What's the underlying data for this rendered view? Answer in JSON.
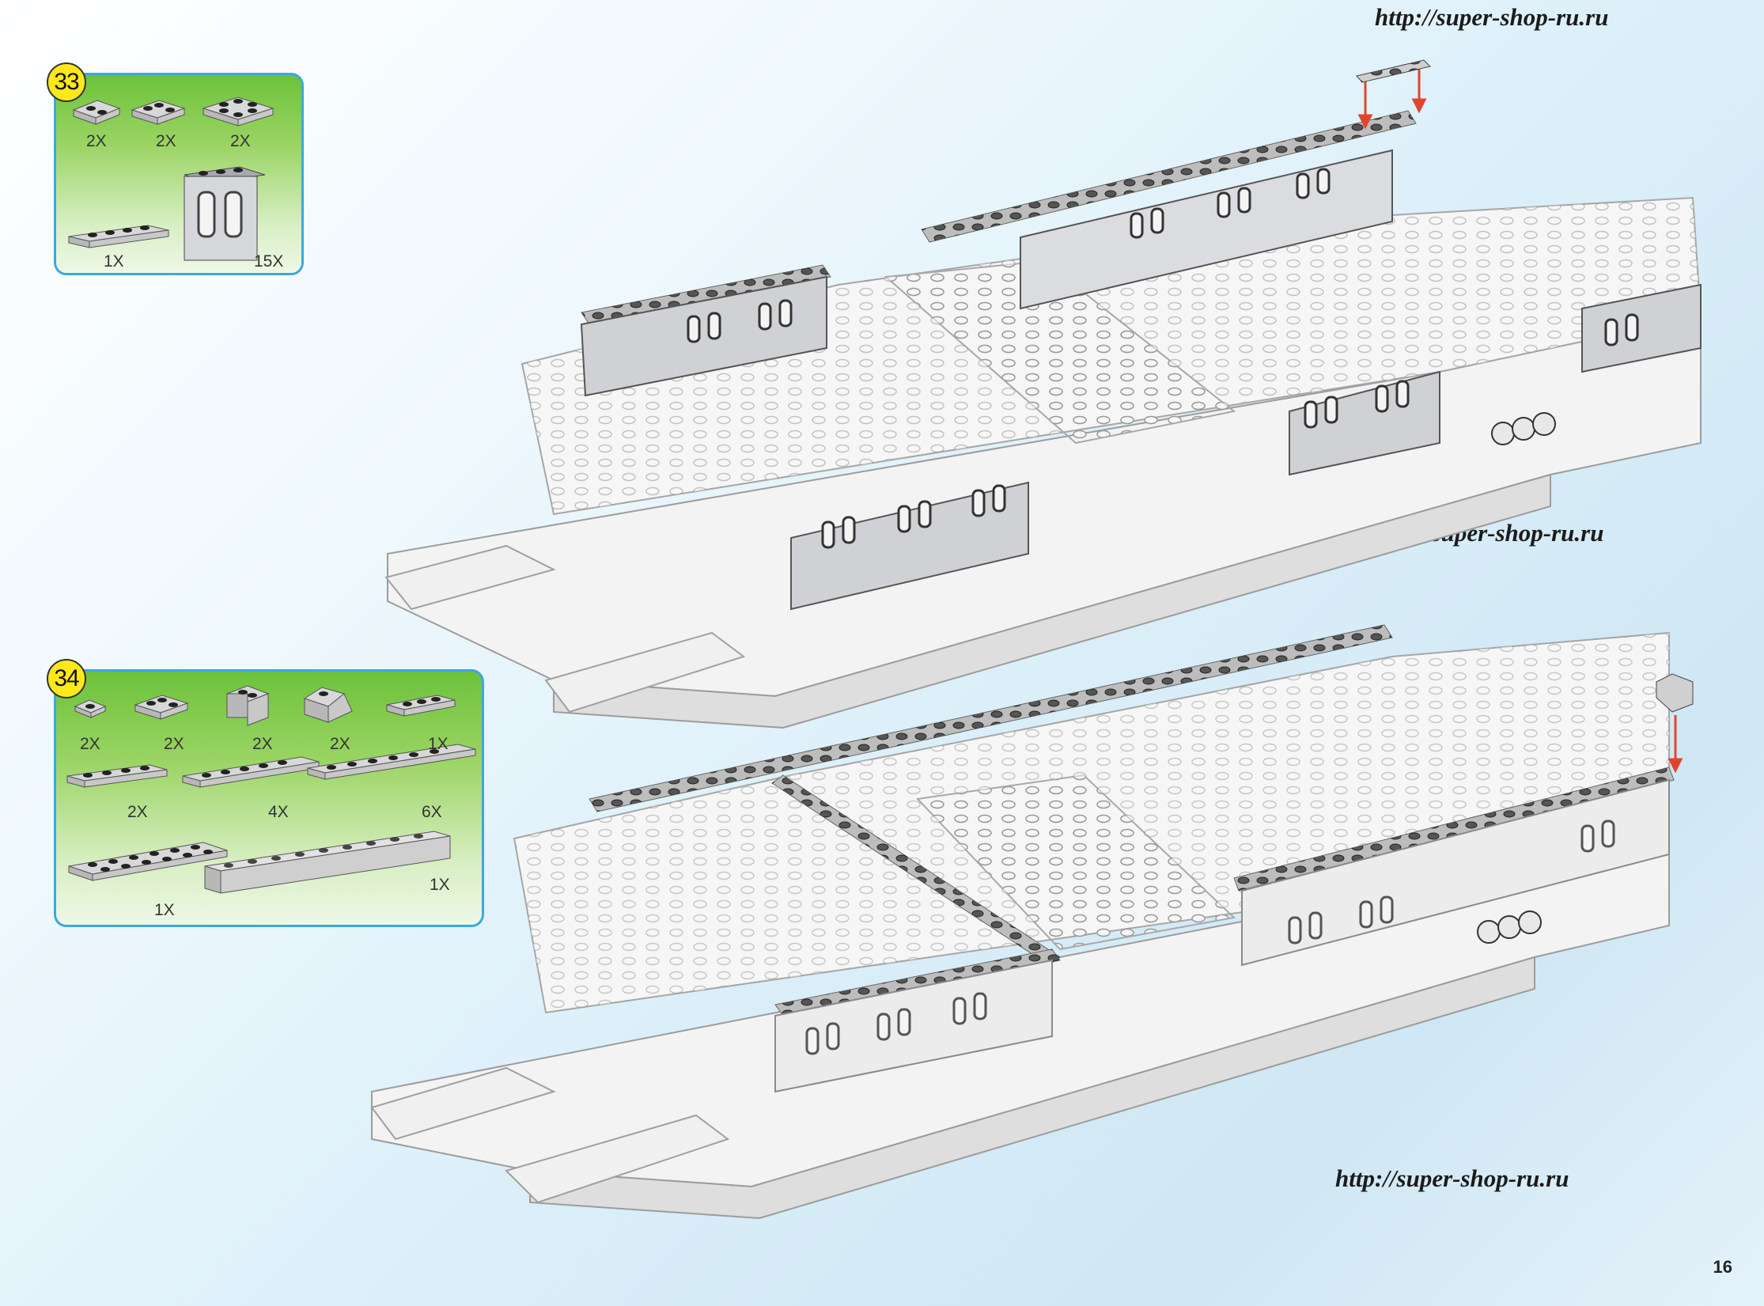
{
  "watermarks": [
    "http://super-shop-ru.ru",
    "http://super-shop-ru.ru",
    "http://super-shop-ru.ru"
  ],
  "steps": [
    {
      "number": "33",
      "quantities": [
        "2X",
        "2X",
        "2X",
        "1X",
        "15X"
      ]
    },
    {
      "number": "34",
      "quantities": [
        "2X",
        "2X",
        "2X",
        "2X",
        "1X",
        "2X",
        "4X",
        "6X",
        "1X",
        "1X"
      ]
    }
  ],
  "page_number": "16",
  "colors": {
    "panel_border": "#3aa8e0",
    "badge": "#ffe81a",
    "arrow": "#e0452b",
    "part_gray": "#8e9196"
  }
}
